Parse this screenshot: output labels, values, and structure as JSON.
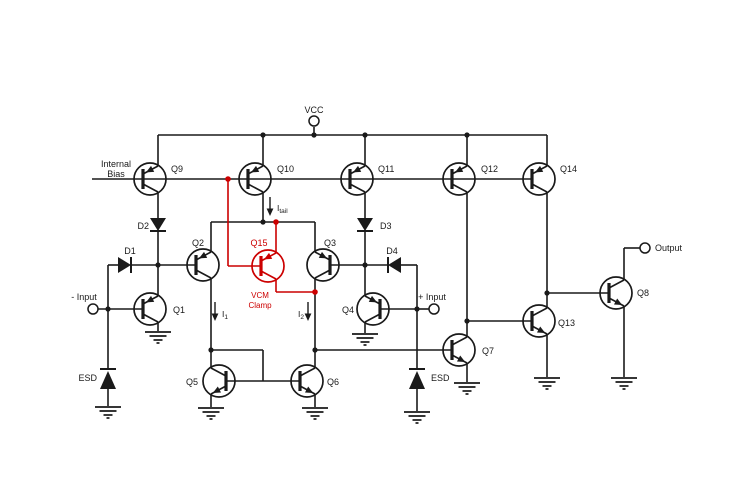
{
  "diagram": {
    "type": "circuit-schematic",
    "description": "Op-amp input stage schematic with VCM clamp transistor highlighted in red"
  },
  "colors": {
    "wire": "#1a1a1a",
    "highlight": "#cc0000",
    "background": "#ffffff"
  },
  "power": {
    "vcc": "VCC"
  },
  "terminals": {
    "output": "Output",
    "minus_input": "- Input",
    "plus_input": "+ Input"
  },
  "bias_label": {
    "line1": "Internal",
    "line2": "Bias"
  },
  "transistors": {
    "q1": "Q1",
    "q2": "Q2",
    "q3": "Q3",
    "q4": "Q4",
    "q5": "Q5",
    "q6": "Q6",
    "q7": "Q7",
    "q8": "Q8",
    "q9": "Q9",
    "q10": "Q10",
    "q11": "Q11",
    "q12": "Q12",
    "q13": "Q13",
    "q14": "Q14",
    "q15": "Q15"
  },
  "diodes": {
    "d1": "D1",
    "d2": "D2",
    "d3": "D3",
    "d4": "D4",
    "esd_left": "ESD",
    "esd_right": "ESD"
  },
  "currents": {
    "itail_symbol": "I",
    "itail_sub": "tail",
    "i1_symbol": "I",
    "i1_sub": "1",
    "i2_symbol": "I",
    "i2_sub": "2"
  },
  "annotations": {
    "vcm_line1": "VCM",
    "vcm_line2": "Clamp"
  }
}
